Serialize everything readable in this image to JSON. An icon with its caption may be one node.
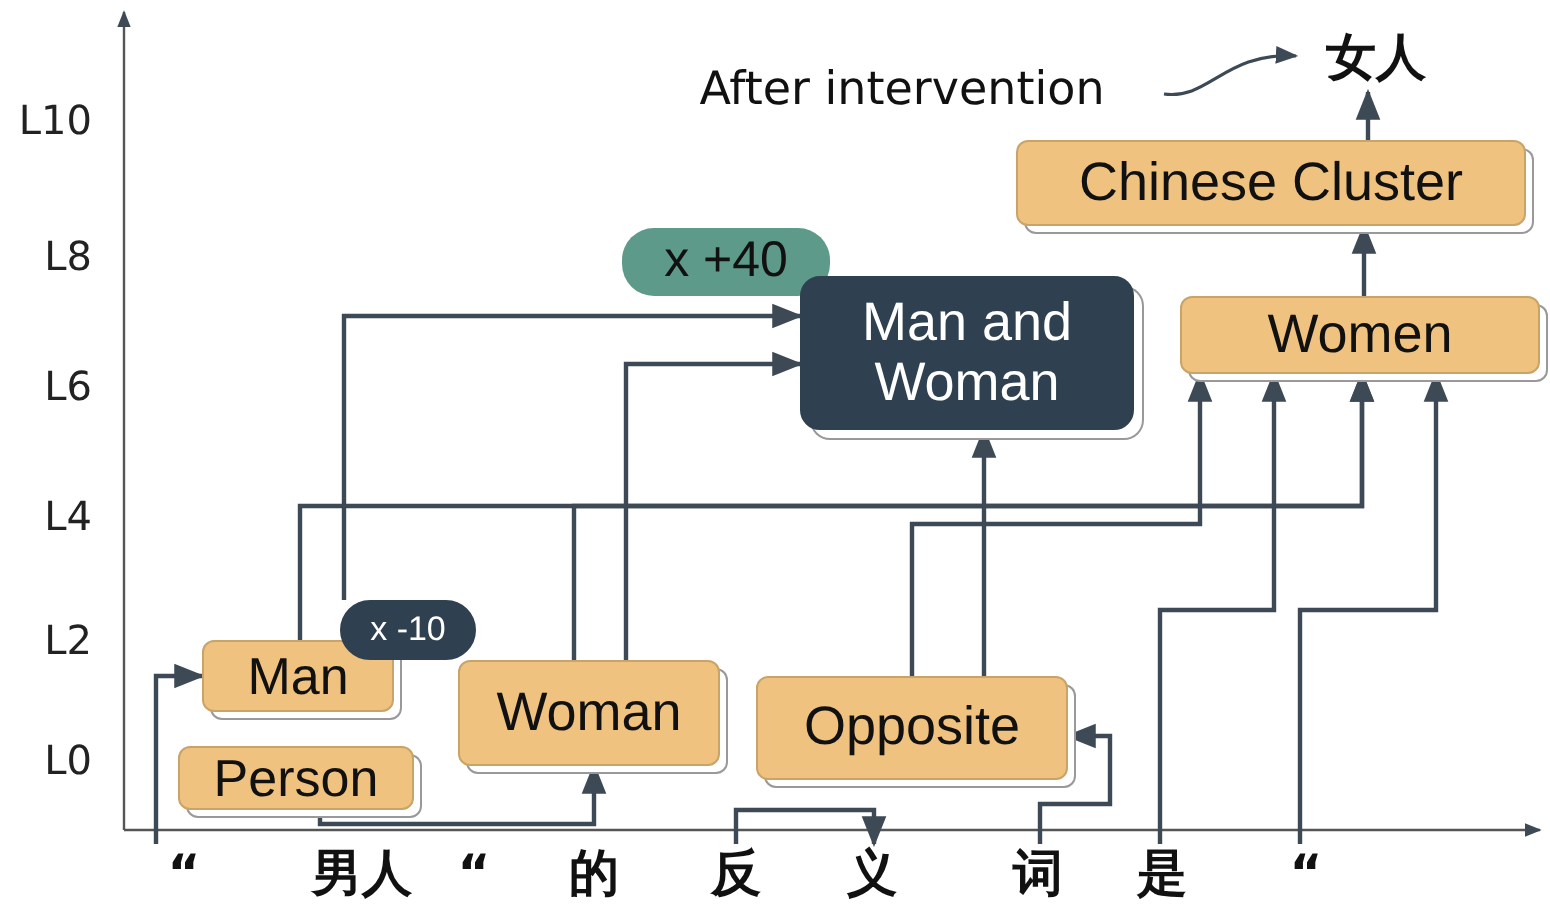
{
  "diagram": {
    "nodes": [
      {
        "text": [
          "“"
        ]
      },
      {
        "text": [
          "男人"
        ]
      },
      {
        "text": [
          "“"
        ]
      },
      {
        "text": [
          "的"
        ]
      },
      {
        "text": [
          "反"
        ]
      },
      {
        "text": [
          "义"
        ]
      },
      {
        "text": [
          "词"
        ]
      },
      {
        "text": [
          "是"
        ]
      },
      {
        "text": [
          "“"
        ]
      },
      {
        "text": [
          "Person"
        ]
      },
      {
        "text": [
          "Man"
        ]
      },
      {
        "text": [
          "x -10"
        ]
      },
      {
        "text": [
          "Woman"
        ]
      },
      {
        "text": [
          "Opposite"
        ]
      },
      {
        "text": [
          "x +40"
        ]
      },
      {
        "text": [
          "Man and Woman"
        ]
      },
      {
        "text": [
          "Women"
        ]
      },
      {
        "text": [
          "Chinese Cluster"
        ]
      },
      {
        "text": [
          "After intervention"
        ]
      },
      {
        "text": [
          "女人"
        ]
      }
    ],
    "edges": [
      {
        "from": 0,
        "to": 10,
        "arrow": "to"
      },
      {
        "from": 9,
        "to": 12,
        "arrow": "to"
      },
      {
        "from": 4,
        "to": 5,
        "arrow": "to"
      },
      {
        "from": 6,
        "to": 13,
        "arrow": "to"
      },
      {
        "from": 7,
        "to": 16,
        "arrow": "to"
      },
      {
        "from": 8,
        "to": 16,
        "arrow": "to"
      },
      {
        "from": 10,
        "to": 16,
        "arrow": "to"
      },
      {
        "from": 12,
        "to": 16,
        "arrow": "to"
      },
      {
        "from": 11,
        "to": 15,
        "arrow": "to"
      },
      {
        "from": 12,
        "to": 15,
        "arrow": "to"
      },
      {
        "from": 13,
        "to": 16,
        "arrow": "to"
      },
      {
        "from": 13,
        "to": 15,
        "arrow": "to"
      },
      {
        "from": 16,
        "to": 17,
        "arrow": "to"
      },
      {
        "from": 17,
        "to": 19,
        "arrow": "to"
      },
      {
        "from": 18,
        "to": 19,
        "arrow": "to"
      }
    ],
    "labels": [
      "L10",
      "L8",
      "L6",
      "L4",
      "L2",
      "L0"
    ]
  }
}
